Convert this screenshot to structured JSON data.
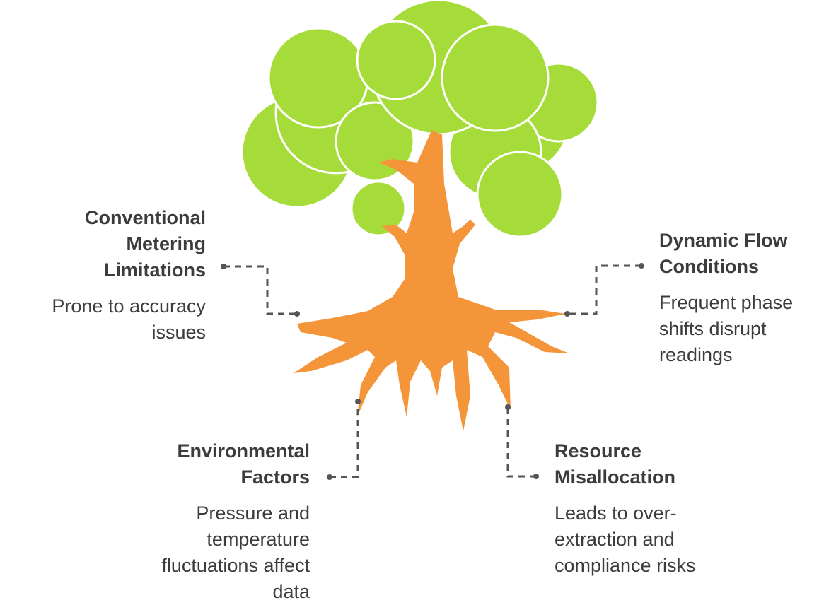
{
  "colors": {
    "foliage": "#A6DC3A",
    "foliage_outline": "#ffffff",
    "trunk": "#F5953A",
    "connector": "#555555",
    "text": "#3c3c3c"
  },
  "items": [
    {
      "title": "Conventional\nMetering\nLimitations",
      "description": "Prone to accuracy\nissues"
    },
    {
      "title": "Dynamic Flow\nConditions",
      "description": "Frequent phase\nshifts disrupt\nreadings"
    },
    {
      "title": "Environmental\nFactors",
      "description": "Pressure and\ntemperature\nfluctuations affect\ndata"
    },
    {
      "title": "Resource\nMisallocation",
      "description": "Leads to over-\nextraction and\ncompliance risks"
    }
  ]
}
